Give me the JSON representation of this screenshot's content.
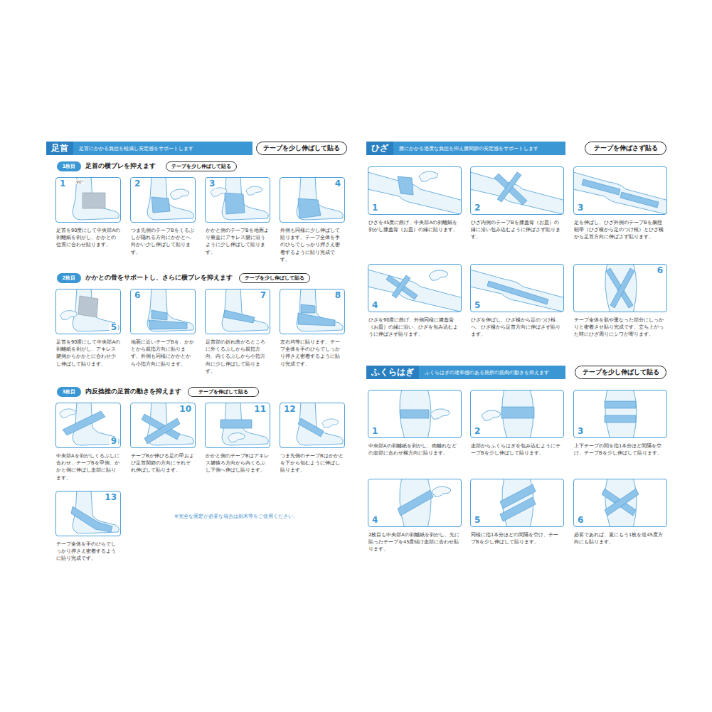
{
  "diagram": {
    "nodes": [
      {
        "text": [
          "足首",
          "足首にかかる負担を軽減し安定感をサポートします"
        ]
      },
      {
        "text": [
          "テープを少し伸ばして貼る"
        ]
      },
      {
        "text": [
          "1枚目"
        ]
      },
      {
        "text": [
          "テープを少し伸ばして貼る"
        ]
      },
      {
        "text": [
          "1",
          "足首を90度にして中央部Aの剥離紙を剥がし、かかとの位置に合わせ貼ります。"
        ]
      },
      {
        "text": [
          "2",
          "つま先側のテープBをくるぶしが隠れる方向にかかとへ向かい少し伸ばして貼ります。"
        ]
      },
      {
        "text": [
          "3",
          "かかと側のテープBを地面より垂直にアキレス腱に沿うように少し伸ばして貼ります。"
        ]
      },
      {
        "text": [
          "4",
          "外側も同様に少し伸ばして貼ります。テープ全体を手のひらでしっかり押さえ密着するように貼り完成です。"
        ]
      },
      {
        "text": [
          "2枚目"
        ]
      },
      {
        "text": [
          "テープを少し伸ばして貼る"
        ]
      },
      {
        "text": [
          "5",
          "足首を90度にして中央部Aの剥離紙を剥がし、アキレス腱側からかかとに合わせ少し伸ばして貼ります。"
        ]
      },
      {
        "text": [
          "6",
          "地面に近いテープBを、かかとから親指方向に貼ります。外側も同様にかかとから小指方向に貼ります。"
        ]
      },
      {
        "text": [
          "7",
          "足首部の折れ曲がるところに外くるぶしから親指方向、内くるぶしから小指方向に少し伸ばして貼ります。"
        ]
      },
      {
        "text": [
          "8",
          "左右均等に貼ります。テープ全体を手のひらでしっかり押さえ密着するように貼り完成です。"
        ]
      },
      {
        "text": [
          "3枚目"
        ]
      },
      {
        "text": [
          "テープを伸ばして貼る"
        ]
      },
      {
        "text": [
          "9",
          "中央部Aを剥がしくるぶしに合わせ、テープBを甲側、かかと側に伸ばし患部に貼ります。"
        ]
      },
      {
        "text": [
          "10",
          "テープBが伸びる足の甲および足首関節の方向にそれぞれ伸ばして貼ります。"
        ]
      },
      {
        "text": [
          "11",
          "かかと側のテープBはアキレス腱後ろ方向から内くるぶし下側へ伸ばし貼ります。"
        ]
      },
      {
        "text": [
          "12",
          "つま先側のテープBはかかとを下から包むように伸ばし貼ります。"
        ]
      },
      {
        "text": [
          "13",
          "テープ全体を手のひらでしっかり押さえ密着するように貼り完成です。"
        ]
      },
      {
        "text": [
          "ひざ",
          "膝にかかる過度な負担を抑え膝関節の安定感をサポートします"
        ]
      },
      {
        "text": [
          "テープを伸ばさず貼る"
        ]
      },
      {
        "text": [
          "1",
          "ひざを45度に曲げ、中央部Aの剥離紙を剥がし膝蓋骨（お皿）の縁に貼ります。"
        ]
      },
      {
        "text": [
          "2",
          "ひざ内側のテープBを膝蓋骨（お皿）の縁に沿い包み込むように伸ばさず貼ります。"
        ]
      },
      {
        "text": [
          "3",
          "足を伸ばし、ひざ外側のテープBを腸脛靭帯（ひざ横から足のつけ根）とひざ横から足首方向に伸ばさず貼ります。"
        ]
      },
      {
        "text": [
          "4",
          "ひざを90度に曲げ、外側同様に膝蓋骨（お皿）の縁に沿い、ひざを包み込むように伸ばさず貼ります。"
        ]
      },
      {
        "text": [
          "5",
          "ひざを伸ばし、ひざ横から足のつけ根へ、ひざ横から足首方向に伸ばさず貼ります。"
        ]
      },
      {
        "text": [
          "6",
          "テープ全体を肌や重なった部分にしっかりと密着させ貼り完成です。立ち上がった時にひざ周りにシワが寄ります。"
        ]
      },
      {
        "text": [
          "ふくらはぎ",
          "ふくらはぎの違和感のある箇所の筋肉の動きを抑えます"
        ]
      },
      {
        "text": [
          "テープを少し伸ばして貼る"
        ]
      },
      {
        "text": [
          "1",
          "中央部Aの剥離紙を剥がし、肉離れなどの患部に合わせ横方向に貼ります。"
        ]
      },
      {
        "text": [
          "2",
          "患部からふくらはぎを包み込むようにテープBを少し伸ばして貼ります。"
        ]
      },
      {
        "text": [
          "3",
          "上下テープの間を指1本分ほど間隔を空け、テープBを少し伸ばして貼ります。"
        ]
      },
      {
        "text": [
          "4",
          "2枚目も中央部Aの剥離紙を剥がし、先に貼ったテープを45度傾け患部に合わせ貼ります。"
        ]
      },
      {
        "text": [
          "5",
          "同様に指1本分ほどの間隔を空け、テープBを少し伸ばして貼ります。"
        ]
      },
      {
        "text": [
          "6",
          "必要であれば、更にもう1枚を逆45度方向にも貼ります。"
        ]
      }
    ],
    "labels": [
      "足首の横ブレを抑えます",
      "かかとの骨をサポートし、さらに横ブレを抑えます",
      "内反捻挫の足首の動きを抑えます",
      "90°",
      "※完全な固定が必要な場合は副木等をご使用ください。"
    ]
  }
}
